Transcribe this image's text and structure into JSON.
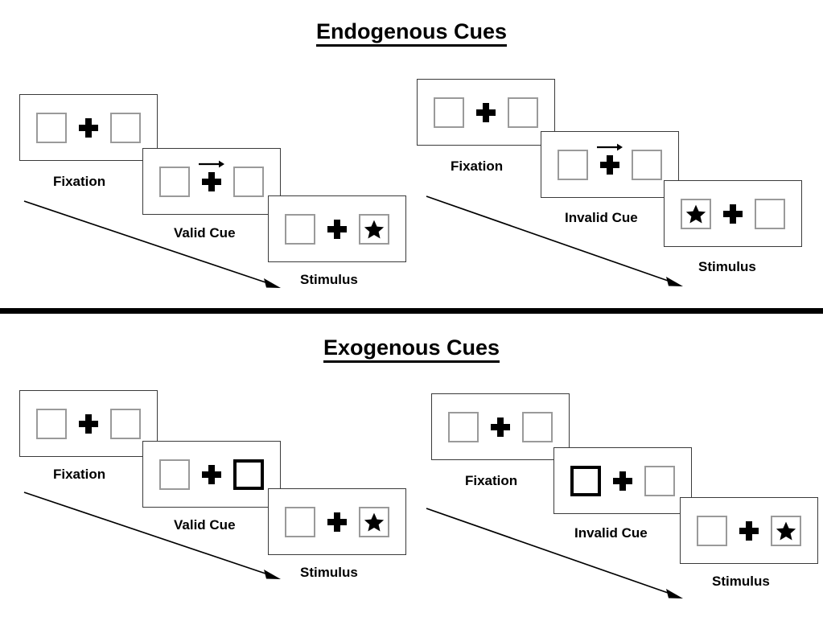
{
  "figure": {
    "title_endogenous": "Endogenous Cues",
    "title_exogenous": "Exogenous Cues"
  },
  "labels": {
    "fixation": "Fixation",
    "valid_cue": "Valid Cue",
    "invalid_cue": "Invalid Cue",
    "stimulus": "Stimulus"
  },
  "icons": {
    "plus": "fixation-cross-icon",
    "star": "star-stimulus-icon",
    "arrow": "right-arrow-cue-icon",
    "flow": "time-flow-arrow-icon"
  },
  "colors": {
    "box_border": "#9a9a9a",
    "cued_box_border": "#000000",
    "panel_border": "#3a3a3a",
    "ink": "#000000",
    "background": "#ffffff"
  },
  "sequences": [
    {
      "id": "endogenous-valid",
      "section": "Endogenous Cues",
      "cue_type": "arrow",
      "validity": "valid",
      "cue_direction": "right",
      "target_side": "right",
      "frames": [
        {
          "name": "fixation",
          "label": "Fixation",
          "left_box": "empty",
          "right_box": "empty",
          "arrow": false
        },
        {
          "name": "valid-cue",
          "label": "Valid Cue",
          "left_box": "empty",
          "right_box": "empty",
          "arrow": true
        },
        {
          "name": "stimulus",
          "label": "Stimulus",
          "left_box": "empty",
          "right_box": "star",
          "arrow": false
        }
      ]
    },
    {
      "id": "endogenous-invalid",
      "section": "Endogenous Cues",
      "cue_type": "arrow",
      "validity": "invalid",
      "cue_direction": "right",
      "target_side": "left",
      "frames": [
        {
          "name": "fixation",
          "label": "Fixation",
          "left_box": "empty",
          "right_box": "empty",
          "arrow": false
        },
        {
          "name": "invalid-cue",
          "label": "Invalid Cue",
          "left_box": "empty",
          "right_box": "empty",
          "arrow": true
        },
        {
          "name": "stimulus",
          "label": "Stimulus",
          "left_box": "star",
          "right_box": "empty",
          "arrow": false
        }
      ]
    },
    {
      "id": "exogenous-valid",
      "section": "Exogenous Cues",
      "cue_type": "box-flash",
      "validity": "valid",
      "cue_side": "right",
      "target_side": "right",
      "frames": [
        {
          "name": "fixation",
          "label": "Fixation",
          "left_box": "empty",
          "right_box": "empty",
          "arrow": false
        },
        {
          "name": "valid-cue",
          "label": "Valid Cue",
          "left_box": "empty",
          "right_box": "cued",
          "arrow": false
        },
        {
          "name": "stimulus",
          "label": "Stimulus",
          "left_box": "empty",
          "right_box": "star",
          "arrow": false
        }
      ]
    },
    {
      "id": "exogenous-invalid",
      "section": "Exogenous Cues",
      "cue_type": "box-flash",
      "validity": "invalid",
      "cue_side": "left",
      "target_side": "right",
      "frames": [
        {
          "name": "fixation",
          "label": "Fixation",
          "left_box": "empty",
          "right_box": "empty",
          "arrow": false
        },
        {
          "name": "invalid-cue",
          "label": "Invalid Cue",
          "left_box": "cued",
          "right_box": "empty",
          "arrow": false
        },
        {
          "name": "stimulus",
          "label": "Stimulus",
          "left_box": "empty",
          "right_box": "star",
          "arrow": false
        }
      ]
    }
  ]
}
